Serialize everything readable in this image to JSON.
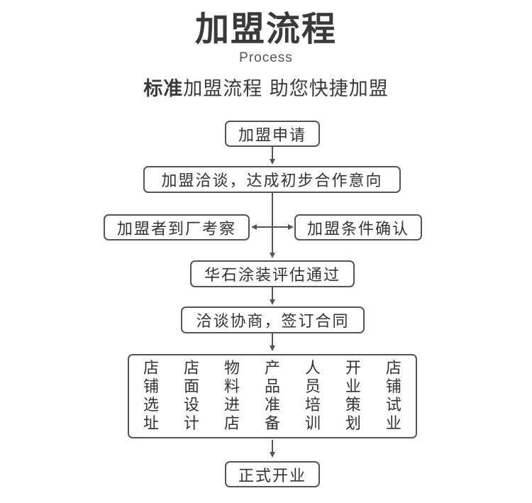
{
  "header": {
    "title": "加盟流程",
    "subtitle": "Process",
    "tagline_bold": "标准",
    "tagline_rest": "加盟流程  助您快捷加盟"
  },
  "flow": {
    "step1": "加盟申请",
    "step2": "加盟洽谈，达成初步合作意向",
    "side_left": "加盟者到厂考察",
    "side_right": "加盟条件确认",
    "step3": "华石涂装评估通过",
    "step4": "洽谈协商，签订合同",
    "services": [
      [
        "店",
        "铺",
        "选",
        "址"
      ],
      [
        "店",
        "面",
        "设",
        "计"
      ],
      [
        "物",
        "料",
        "进",
        "店"
      ],
      [
        "产",
        "品",
        "准",
        "备"
      ],
      [
        "人",
        "员",
        "培",
        "训"
      ],
      [
        "开",
        "业",
        "策",
        "划"
      ],
      [
        "店",
        "铺",
        "试",
        "业"
      ]
    ],
    "final": "正式开业"
  }
}
